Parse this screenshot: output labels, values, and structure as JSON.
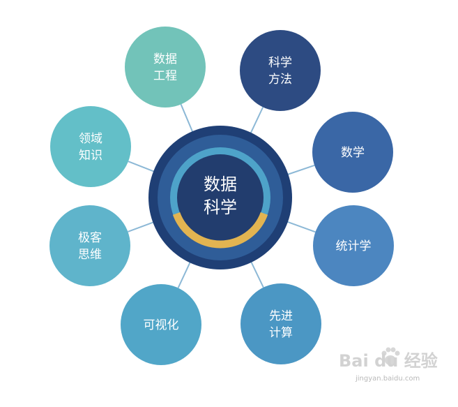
{
  "center": {
    "lines": [
      "数据",
      "科学"
    ],
    "colors": {
      "outer": "#1f3f75",
      "mid": "#2f5d98",
      "ring": "#4ea3c9",
      "core": "#223d6e",
      "gold": "#e2b451"
    }
  },
  "nodes": [
    {
      "id": "data-engineering",
      "lines": [
        "数据",
        "工程"
      ],
      "color": "#72c3b9"
    },
    {
      "id": "scientific-method",
      "lines": [
        "科学",
        "方法"
      ],
      "color": "#2d4b82"
    },
    {
      "id": "math",
      "lines": [
        "数学"
      ],
      "color": "#3a67a6"
    },
    {
      "id": "statistics",
      "lines": [
        "统计学"
      ],
      "color": "#4c86c0"
    },
    {
      "id": "advanced-computing",
      "lines": [
        "先进",
        "计算"
      ],
      "color": "#4b97c4"
    },
    {
      "id": "visualization",
      "lines": [
        "可视化"
      ],
      "color": "#51a6c8"
    },
    {
      "id": "hacker-thinking",
      "lines": [
        "极客",
        "思维"
      ],
      "color": "#5fb4cb"
    },
    {
      "id": "domain-knowledge",
      "lines": [
        "领域",
        "知识"
      ],
      "color": "#63bfc8"
    }
  ],
  "connector_color": "#8cb8d6",
  "watermark": {
    "brand": "Bai du 经验",
    "domain": "jingyan.baidu.com",
    "icon": "paw-icon"
  }
}
